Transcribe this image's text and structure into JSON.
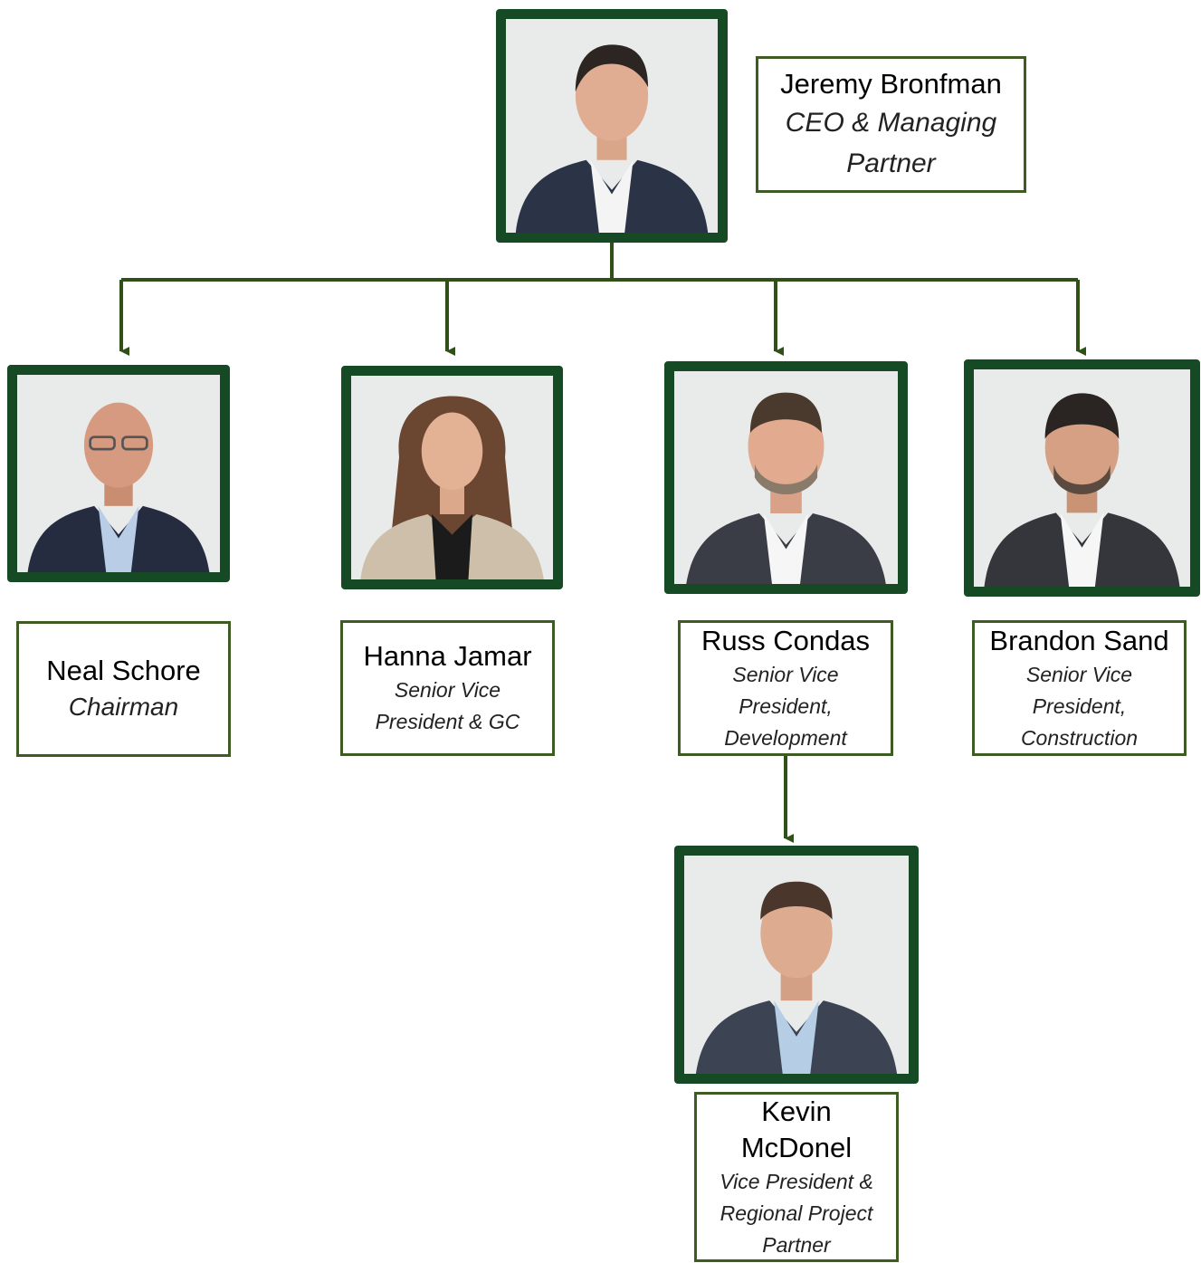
{
  "colors": {
    "frame": "#154a24",
    "box_border": "#3e5b23",
    "connector": "#2f5118",
    "photo_background": "#e9eaea"
  },
  "people": {
    "ceo": {
      "name": "Jeremy Bronfman",
      "role": "CEO & Managing Partner"
    },
    "chairman": {
      "name": "Neal Schore",
      "role": "Chairman"
    },
    "svp_gc": {
      "name": "Hanna Jamar",
      "role": "Senior Vice President & GC"
    },
    "svp_development": {
      "name": "Russ Condas",
      "role": "Senior Vice President, Development"
    },
    "svp_construction": {
      "name": "Brandon Sand",
      "role": "Senior Vice President, Construction"
    },
    "vp_regional": {
      "name": "Kevin McDonel",
      "role": "Vice President & Regional Project Partner"
    }
  }
}
